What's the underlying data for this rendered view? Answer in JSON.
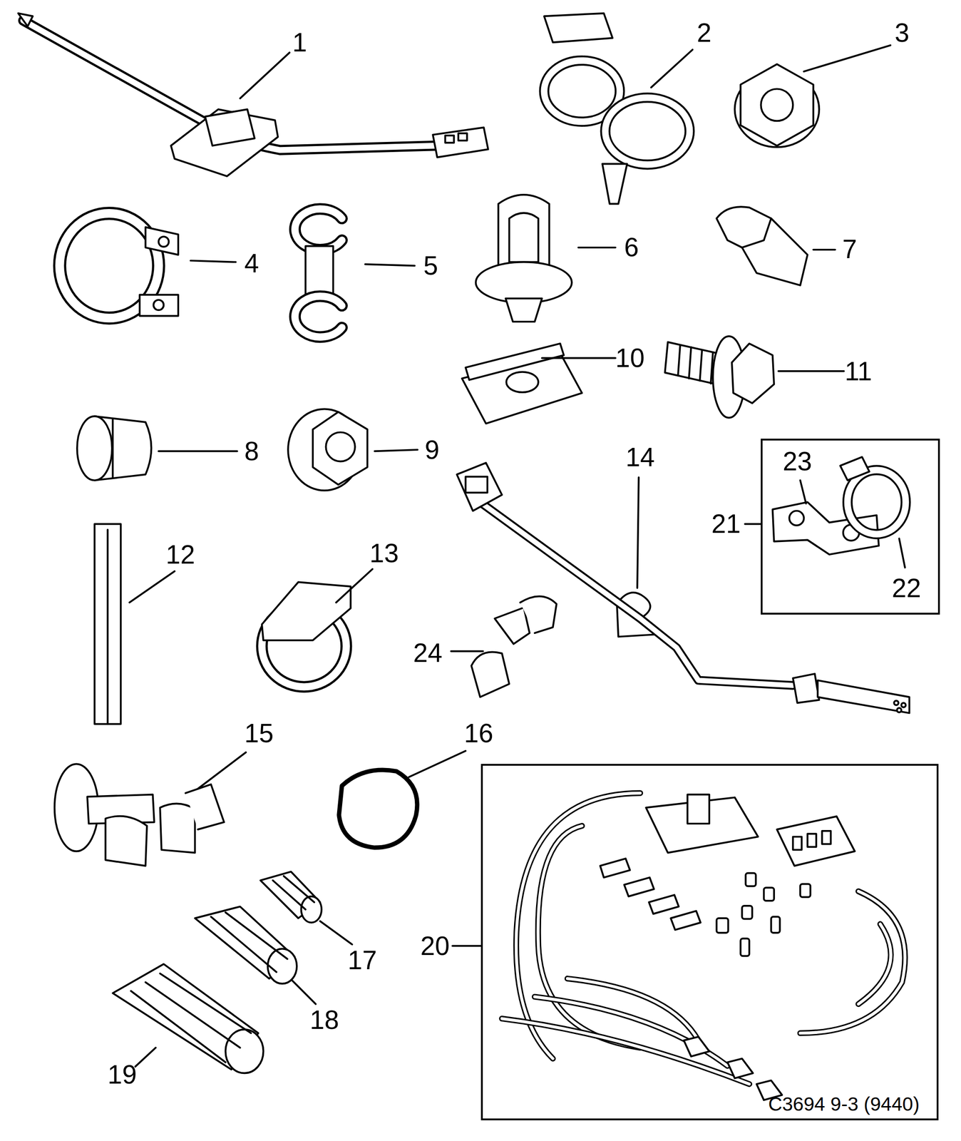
{
  "diagram": {
    "nodes": [
      {
        "text": [
          "21",
          "23",
          "22"
        ]
      },
      {
        "text": [
          "20",
          "C3694 9-3 (9440)"
        ]
      }
    ],
    "labels": [
      "1",
      "2",
      "3",
      "4",
      "5",
      "6",
      "7",
      "10",
      "11",
      "8",
      "9",
      "12",
      "13",
      "14",
      "24",
      "15",
      "16",
      "17",
      "18",
      "19"
    ]
  }
}
